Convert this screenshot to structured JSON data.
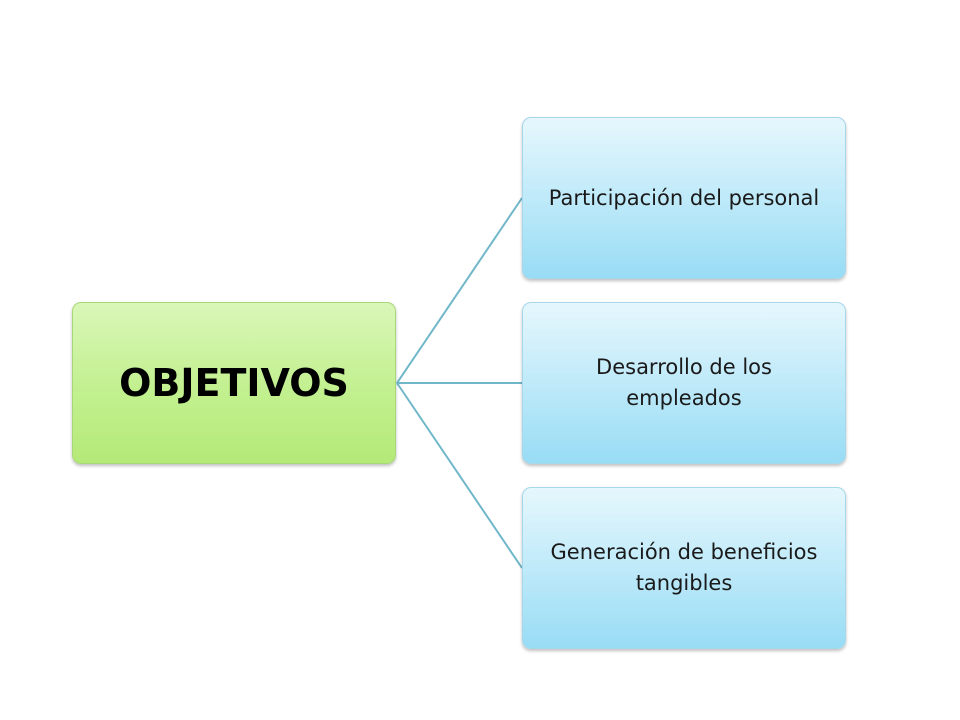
{
  "diagram": {
    "root": {
      "label": "OBJETIVOS"
    },
    "children": [
      {
        "label": "Participación del personal"
      },
      {
        "label": "Desarrollo de los empleados"
      },
      {
        "label": "Generación de beneficios tangibles"
      }
    ]
  },
  "colors": {
    "root_fill": "#c2f08f",
    "child_fill": "#bfeaf9",
    "connector": "#6fb7c9"
  }
}
